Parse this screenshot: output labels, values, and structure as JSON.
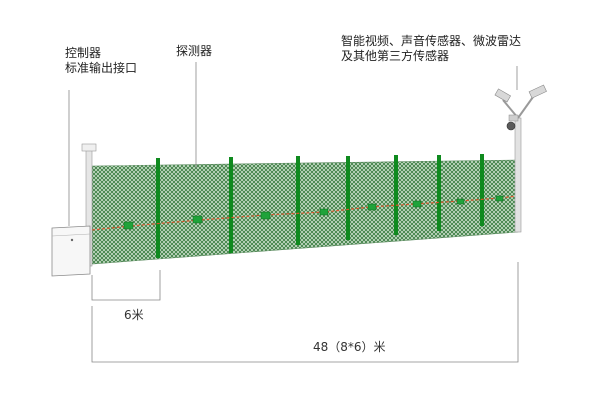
{
  "labels": {
    "controller_line1": "控制器",
    "controller_line2": "标准输出接口",
    "detector": "探测器",
    "peripherals_line1": "智能视频、声音传感器、微波雷达",
    "peripherals_line2": "及其他第三方传感器"
  },
  "dimensions": {
    "segment": "6米",
    "total": "48（8*6）米"
  },
  "colors": {
    "mesh": "#2d7a3a",
    "post": "#0f8a1e",
    "sensor": "#1fa33a",
    "cable": "#d9552b",
    "line": "#888888"
  }
}
